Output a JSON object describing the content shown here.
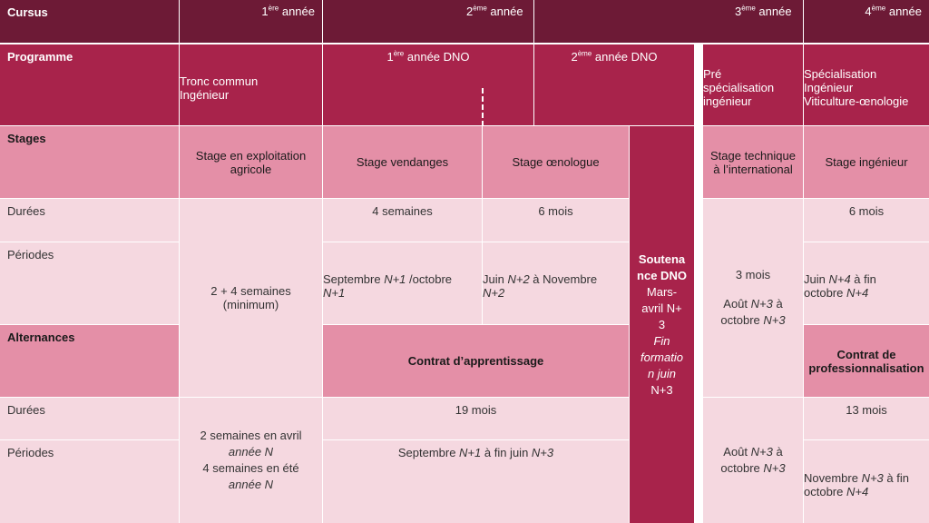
{
  "header": {
    "cursus": "Cursus",
    "y1": {
      "num": "1",
      "sup": "ère",
      "word": "année"
    },
    "y2": {
      "num": "2",
      "sup": "ème",
      "word": "année"
    },
    "y3": {
      "num": "3",
      "sup": "ème",
      "word": "année"
    },
    "y4": {
      "num": "4",
      "sup": "ème",
      "word": "année"
    }
  },
  "programme": {
    "label": "Programme",
    "tronc": [
      "Tronc commun",
      "Ingénieur"
    ],
    "dno1": {
      "num": "1",
      "sup": "ère",
      "rest": "année DNO"
    },
    "dno2": {
      "num": "2",
      "sup": "ème",
      "rest": "année DNO"
    },
    "pre": [
      "Pré",
      "spécialisation",
      "ingénieur"
    ],
    "spe": [
      "Spécialisation",
      "Ingénieur",
      "Viticulture-œnologie"
    ]
  },
  "stages": {
    "label": "Stages",
    "expl": [
      "Stage en exploitation",
      "agricole"
    ],
    "vendanges": "Stage vendanges",
    "oenologue": "Stage œnologue",
    "tech": [
      "Stage technique",
      "à l’international"
    ],
    "ingenieur": "Stage ingénieur"
  },
  "durees1": {
    "label": "Durées",
    "vendanges": "4 semaines",
    "oenologue": "6 mois",
    "y4": "6 mois"
  },
  "periodes1": {
    "label": "Périodes",
    "vendanges_a": "Septembre ",
    "vendanges_b": "N+1",
    "vendanges_c": " /octobre",
    "vendanges_d": "N+1",
    "oeno_a": "Juin ",
    "oeno_b": "N+2",
    "oeno_c": " à Novembre",
    "oeno_d": "N+2",
    "y4_a": "Juin ",
    "y4_b": "N+4",
    "y4_c": " à fin",
    "y4_d": "octobre ",
    "y4_e": "N+4"
  },
  "y1_stage": [
    "2 + 4 semaines",
    "(minimum)"
  ],
  "y3_stage": {
    "dur": "3 mois",
    "a": "Août ",
    "b": "N+3",
    "c": " à",
    "d": "octobre ",
    "e": "N+3"
  },
  "soutenance": {
    "t1": "Soutena",
    "t2": "nce DNO",
    "t3": "Mars-",
    "t4": "avril N+",
    "t5": "3",
    "t6": "Fin",
    "t7": "formatio",
    "t8": "n juin",
    "t9": "N+3"
  },
  "alternances": {
    "label": "Alternances",
    "contrat": "Contrat d’apprentissage",
    "pro": [
      "Contrat de",
      "professionnalisation"
    ]
  },
  "durees2": {
    "label": "Durées",
    "mid": "19 mois",
    "y4": "13 mois"
  },
  "periodes2": {
    "label": "Périodes",
    "mid_a": "Septembre ",
    "mid_b": "N+1",
    "mid_c": " à fin juin ",
    "mid_d": "N+3",
    "y4_a": "Novembre ",
    "y4_b": "N+3",
    "y4_c": " à fin",
    "y4_d": "octobre ",
    "y4_e": "N+4"
  },
  "y1_alt": {
    "a": "2 semaines en avril",
    "b": "année N",
    "c": "4 semaines en été",
    "d": "année N"
  },
  "y3_alt": {
    "a": "Août ",
    "b": "N+3",
    "c": " à",
    "d": "octobre ",
    "e": "N+3"
  },
  "colors": {
    "dark": "#6d1a36",
    "medium": "#a8234b",
    "pink": "#e48fa7",
    "light": "#f5d8e0"
  }
}
